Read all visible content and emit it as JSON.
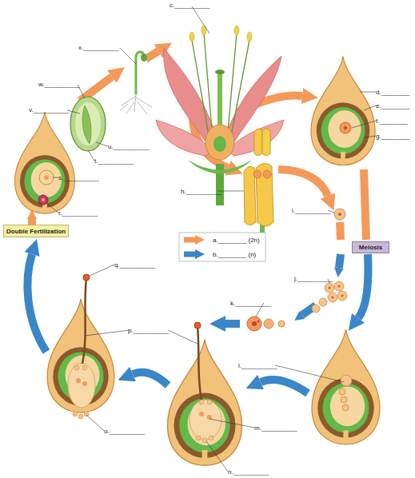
{
  "diagram": {
    "nodes": [
      {
        "text": [
          "Double Fertilization"
        ]
      },
      {
        "text": [
          "Meiosis"
        ]
      }
    ],
    "labels": [
      "c.__________",
      "x.__________",
      "w.__________",
      "v.__________",
      "u.__________",
      "t.__________",
      "d.________",
      "e.________",
      "f.________",
      "g.________",
      "s.__________",
      "r.__________",
      "h.__________",
      "i.__________",
      "q.__________",
      "j.__________",
      "k.__________",
      "p.__________",
      "l.__________",
      "o.__________",
      "m.__________",
      "n.__________"
    ],
    "legend": [
      {
        "text": "a.________ (2n)"
      },
      {
        "text": "b.________ (n)"
      }
    ]
  }
}
